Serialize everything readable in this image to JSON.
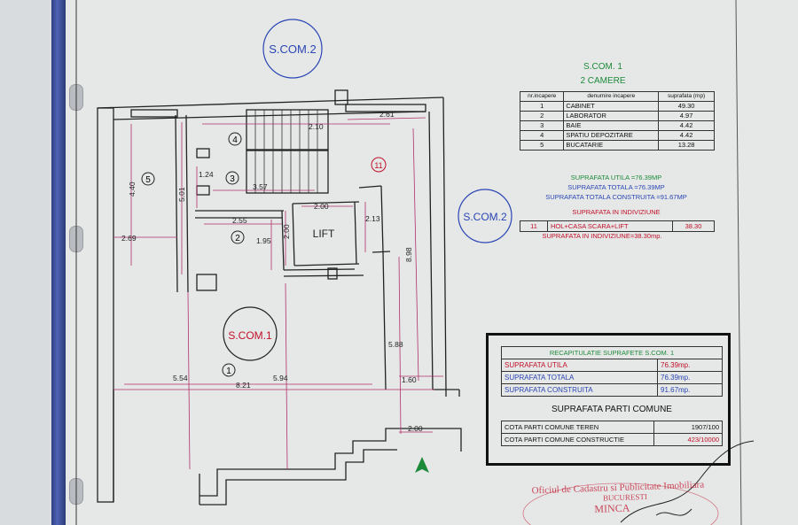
{
  "labels": {
    "scom2_top": "S.COM.2",
    "scom2_right": "S.COM.2",
    "scom1_circle": "S.COM.1",
    "room1": "1",
    "room2": "2",
    "room3": "3",
    "room4": "4",
    "room5": "5",
    "room11": "11",
    "lift": "LIFT"
  },
  "dimensions": {
    "d_261": "2.61",
    "d_210": "2.10",
    "d_440": "4.40",
    "d_501": "5.01",
    "d_124": "1.24",
    "d_357": "3.57",
    "d_269": "2.69",
    "d_255": "2.55",
    "d_195": "1.95",
    "d_200a": "2.00",
    "d_200b": "2.00",
    "d_213": "2.13",
    "d_898": "8.98",
    "d_588": "5.88",
    "d_554": "5.54",
    "d_594": "5.94",
    "d_821": "8.21",
    "d_160": "1.60",
    "d_200c": "2.00"
  },
  "summary": {
    "title": "S.COM. 1",
    "subtitle": "2 CAMERE",
    "headers": [
      "nr.incapere",
      "denumire incapere",
      "suprafata (mp)"
    ],
    "rows": [
      [
        "1",
        "CABINET",
        "49.30"
      ],
      [
        "2",
        "LABORATOR",
        "4.97"
      ],
      [
        "3",
        "BAIE",
        "4.42"
      ],
      [
        "4",
        "SPATIU DEPOZITARE",
        "4.42"
      ],
      [
        "5",
        "BUCATARIE",
        "13.28"
      ]
    ],
    "utila": "SUPRAFATA UTILA =76.39MP",
    "totala": "SUPRAFATA TOTALA =76.39MP",
    "construita": "SUPRAFATA TOTALA CONSTRUITA =91.67MP",
    "indiviziune_title": "SUPRAFATA IN INDIVIZIUNE",
    "indiviziune_row": [
      "11",
      "HOL+CASA SCARA+LIFT",
      "38.30"
    ],
    "indiviziune_total": "SUPRAFATA IN INDIVIZIUNE=38.30mp."
  },
  "recap": {
    "title": "RECAPITULATIE SUPRAFETE   S.COM. 1",
    "rows": [
      {
        "label": "SUPRAFATA UTILA",
        "value": "76.39mp."
      },
      {
        "label": "SUPRAFATA TOTALA",
        "value": "76.39mp."
      },
      {
        "label": "SUPRAFATA CONSTRUITA",
        "value": "91.67mp."
      }
    ],
    "common_title": "SUPRAFATA PARTI COMUNE",
    "common_rows": [
      {
        "label": "COTA PARTI COMUNE TEREN",
        "value": "1907/100"
      },
      {
        "label": "COTA PARTI COMUNE CONSTRUCTIE",
        "value": "423/10000"
      }
    ]
  },
  "stamp": {
    "line1": "Oficiul de Cadastru si Publicitate Imobiliara",
    "line2": "BUCURESTI",
    "line3": "MINCA"
  },
  "colors": {
    "dim_magenta": "#b0306a",
    "blue": "#2a45b5",
    "red": "#c0102a",
    "green": "#1d8a3a"
  }
}
